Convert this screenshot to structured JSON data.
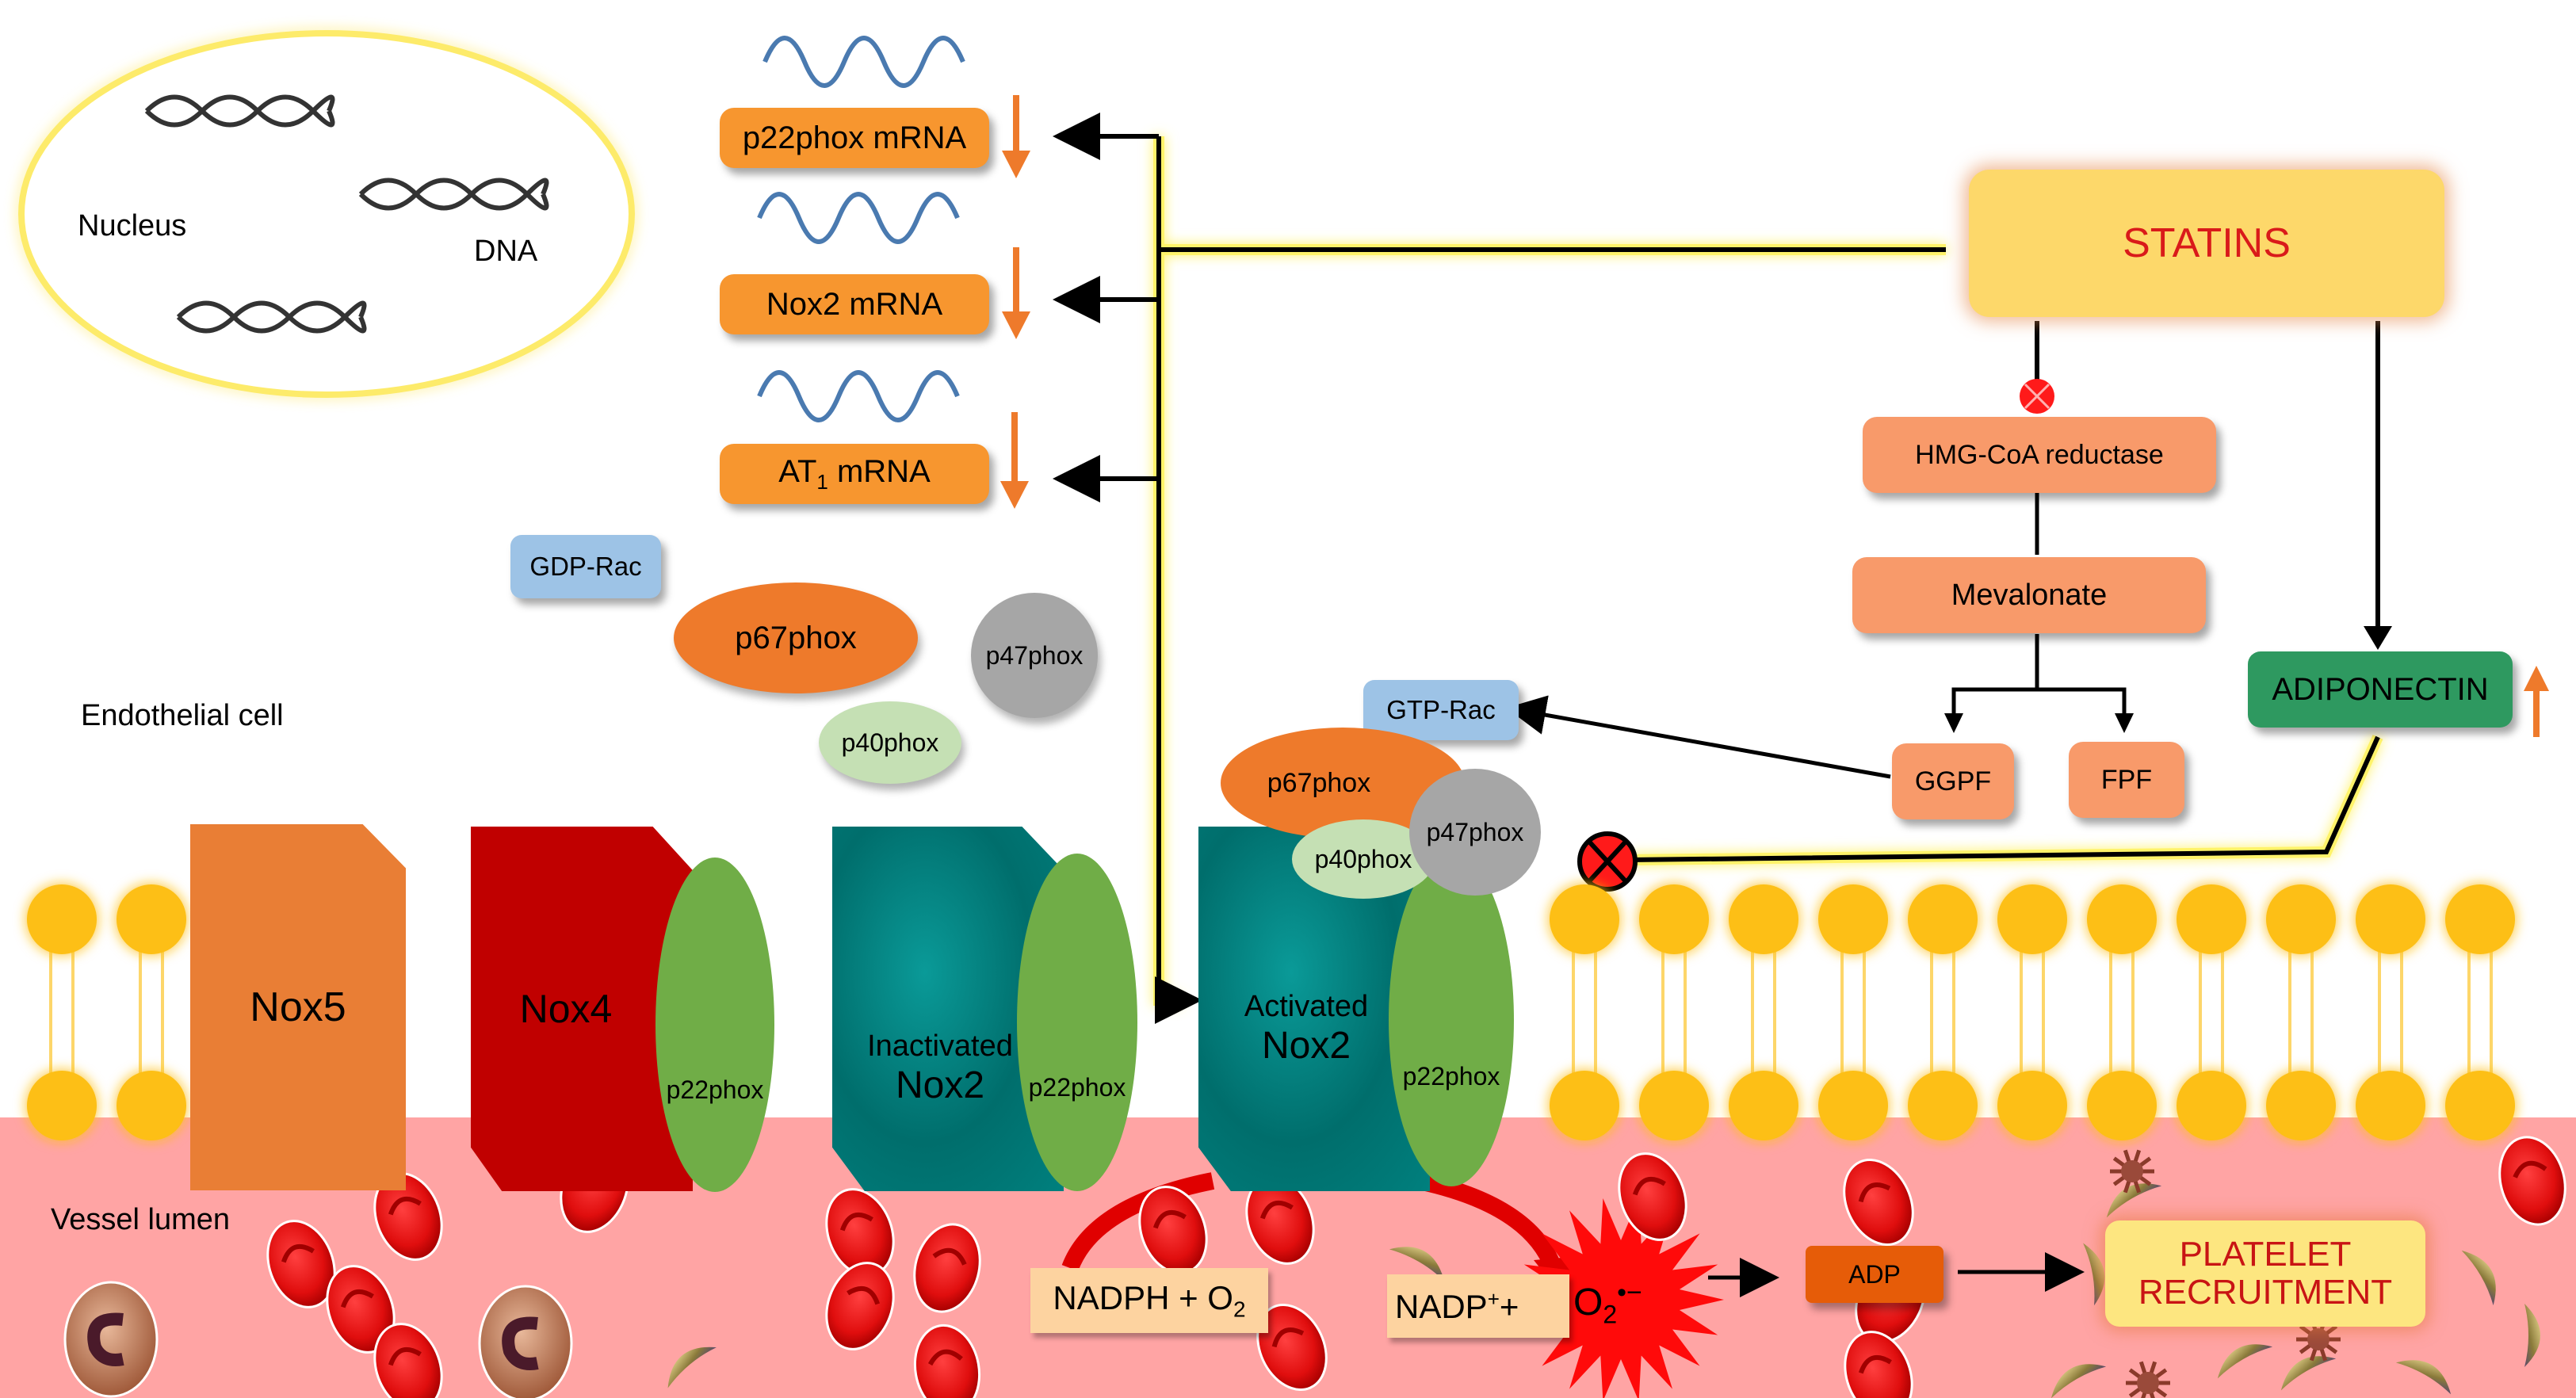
{
  "nucleus": {
    "label": "Nucleus",
    "dna_label": "DNA",
    "dna_icons": [
      "dna-helix-icon",
      "dna-helix-icon",
      "dna-helix-icon"
    ]
  },
  "mrna": [
    {
      "label": "p22phox mRNA",
      "trend": "down"
    },
    {
      "label": "Nox2 mRNA",
      "trend": "down"
    },
    {
      "label_main": "AT",
      "label_sub": "1",
      "label_rest": " mRNA",
      "trend": "down"
    }
  ],
  "statins": {
    "label": "STATINS"
  },
  "pathway": {
    "enzyme": "HMG-CoA reductase",
    "product": "Mevalonate",
    "branch_left": "GGPF",
    "branch_right": "FPF"
  },
  "adiponectin": {
    "label": "ADIPONECTIN",
    "trend": "up"
  },
  "cytosolic": {
    "gdp_rac": "GDP-Rac",
    "p67": "p67phox",
    "p47": "p47phox",
    "p40": "p40phox",
    "gtp_rac": "GTP-Rac"
  },
  "labels": {
    "endothelial_cell": "Endothelial cell",
    "vessel_lumen": "Vessel lumen"
  },
  "membrane_proteins": [
    {
      "name": "Nox5"
    },
    {
      "name": "Nox4",
      "partner": "p22phox"
    },
    {
      "name_top": "Inactivated",
      "name": "Nox2",
      "partner": "p22phox"
    },
    {
      "name_top": "Activated",
      "name": "Nox2",
      "partner": "p22phox"
    }
  ],
  "activated_complex": {
    "p67": "p67phox",
    "p47": "p47phox",
    "p40": "p40phox"
  },
  "reaction": {
    "substrate_main": "NADPH + O",
    "substrate_sub": "2",
    "product_main": "NADP",
    "product_sup": "+",
    "product_plus": "+",
    "superoxide_main": "O",
    "superoxide_sub": "2",
    "superoxide_sup": "•−"
  },
  "downstream": {
    "adp": "ADP",
    "platelet_line1": "PLATELET",
    "platelet_line2": "RECRUITMENT"
  },
  "colors": {
    "mrna_box": "#f7962f",
    "statins_box": "#fdd86a",
    "statins_text": "#d91a1a",
    "pathway_box": "#f89a6a",
    "adiponectin_box": "#2e9960",
    "nox5": "#e97e35",
    "nox4": "#c00000",
    "nox2": "#007a78",
    "p22phox": "#70ad47",
    "lipid_head": "#fdbf12",
    "lumen": "#ffa4a4",
    "rac": "#9dc3e6",
    "p67": "#ee7a2b",
    "p47": "#a6a6a6",
    "p40": "#c5e0b4",
    "adp_box": "#e65c08",
    "inhibit": "#ff0000"
  }
}
